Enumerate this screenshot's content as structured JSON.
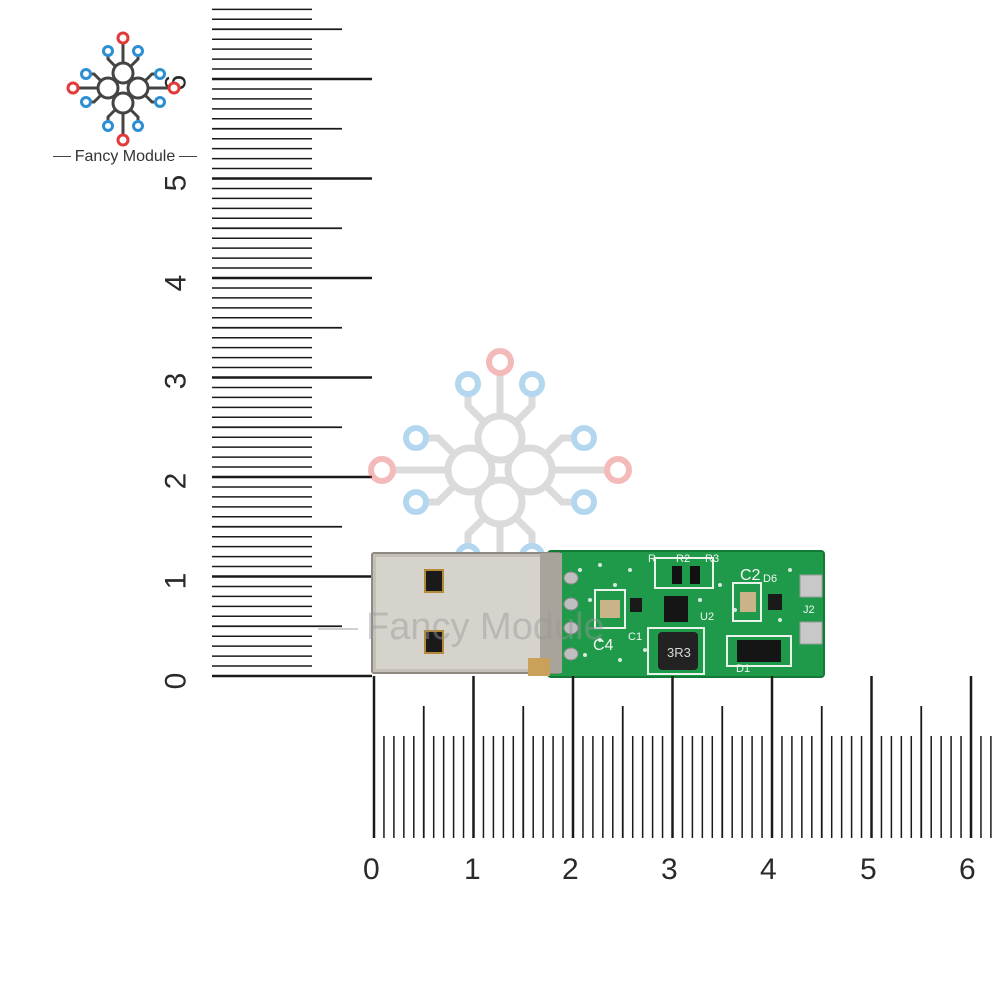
{
  "brand": {
    "name": "Fancy Module"
  },
  "watermark": {
    "text": "Fancy Module"
  },
  "ruler_vertical": {
    "labels": [
      "0",
      "1",
      "2",
      "3",
      "4",
      "5",
      "6"
    ]
  },
  "ruler_horizontal": {
    "labels": [
      "0",
      "1",
      "2",
      "3",
      "4",
      "5",
      "6"
    ]
  },
  "pcb": {
    "silkscreen": [
      "R",
      "R2",
      "R3",
      "C2",
      "C4",
      "C1",
      "U2",
      "J2",
      "D1",
      "D6",
      "3R3"
    ]
  },
  "colors": {
    "pcb_green": "#1f9a4a",
    "logo_blue": "#2c8fd6",
    "logo_red": "#e23a3a",
    "logo_gray": "#444444",
    "ruler": "#1a1a1a"
  }
}
